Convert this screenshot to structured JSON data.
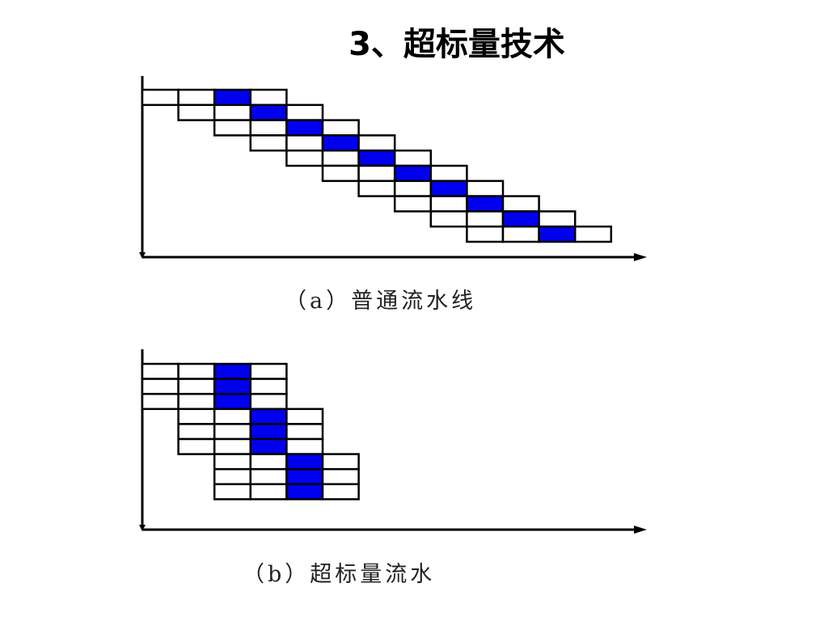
{
  "slide": {
    "title": "3、超标量技术"
  },
  "diagram_a": {
    "caption": "（a）普通流水线",
    "stage_count": 4,
    "instruction_count": 10,
    "highlight_stage": 3,
    "highlight_color": "#0000ee",
    "cell_fill": "#ffffff",
    "line_color": "#000000"
  },
  "diagram_b": {
    "caption": "（b）超标量流水",
    "stage_count": 4,
    "instruction_count": 9,
    "issue_width": 3,
    "highlight_stage": 3,
    "highlight_color": "#0000ee",
    "cell_fill": "#ffffff",
    "line_color": "#000000"
  }
}
